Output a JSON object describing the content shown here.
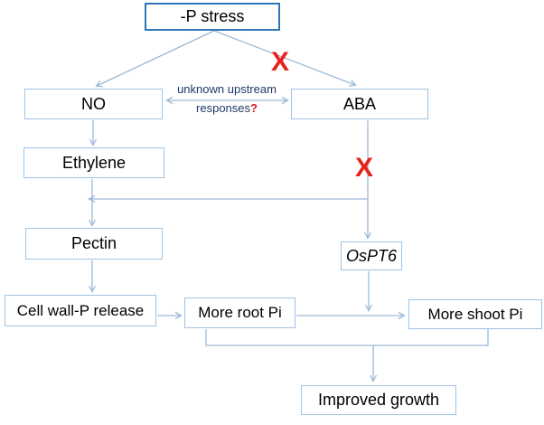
{
  "diagram": {
    "nodes": {
      "p_stress": {
        "label": "-P stress"
      },
      "no": {
        "label": "NO"
      },
      "aba": {
        "label": "ABA"
      },
      "ethylene": {
        "label": "Ethylene"
      },
      "pectin": {
        "label": "Pectin"
      },
      "ospt6": {
        "label": "OsPT6"
      },
      "cell_wall": {
        "label": "Cell wall-P release"
      },
      "root_pi": {
        "label": "More root Pi"
      },
      "shoot_pi": {
        "label": "More shoot Pi"
      },
      "improved": {
        "label": "Improved growth"
      }
    },
    "annotations": {
      "unknown_line1": "unknown upstream",
      "unknown_line2": "responses",
      "question_mark": "?",
      "block_x_upper": "X",
      "block_x_lower": "X"
    },
    "colors": {
      "box_border": "#9DC3E6",
      "stress_box_border": "#2E75B6",
      "connector": "#9CB9D8",
      "blocked_red": "#E8211D",
      "note_text": "#1F3864",
      "label_text": "#000000",
      "background": "#FFFFFF"
    }
  }
}
